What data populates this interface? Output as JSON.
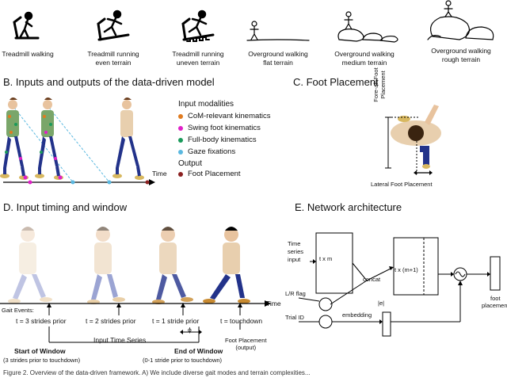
{
  "conditions": [
    {
      "label_line1": "Treadmill walking",
      "label_line2": ""
    },
    {
      "label_line1": "Treadmill running",
      "label_line2": "even terrain"
    },
    {
      "label_line1": "Treadmill running",
      "label_line2": "uneven terrain"
    },
    {
      "label_line1": "Overground walking",
      "label_line2": "flat terrain"
    },
    {
      "label_line1": "Overground walking",
      "label_line2": "medium terrain"
    },
    {
      "label_line1": "Overground walking",
      "label_line2": "rough terrain"
    }
  ],
  "section_b": {
    "title": "B. Inputs and outputs of the data-driven model",
    "time_label": "Time",
    "legend_input_heading": "Input modalities",
    "legend_items": [
      {
        "label": "CoM-relevant kinematics",
        "color": "#e07b20"
      },
      {
        "label": "Swing foot kinematics",
        "color": "#e020c8"
      },
      {
        "label": "Full-body kinematics",
        "color": "#1a9a5a"
      },
      {
        "label": "Gaze fixations",
        "color": "#5ab8e0"
      }
    ],
    "legend_output_heading": "Output",
    "legend_output_item": {
      "label": "Foot Placement",
      "color": "#8b2020"
    }
  },
  "section_c": {
    "title": "C. Foot Placement",
    "fore_aft_label": "Fore-aft Foot Placement",
    "lateral_label": "Lateral Foot Placement"
  },
  "section_d": {
    "title": "D. Input timing and window",
    "time_label": "Time",
    "gait_events_label": "Gait Events:",
    "events": [
      "t = 3 strides prior",
      "t = 2 strides prior",
      "t = 1 stride prior",
      "t = touchdown"
    ],
    "phi_label": "ϕ",
    "input_series_label": "Input Time Series",
    "start_window_label": "Start of Window",
    "start_window_sub": "(3 strides prior to touchdown)",
    "end_window_label": "End of Window",
    "end_window_sub": "(0-1 stride prior to touchdown)",
    "output_label_line1": "Foot Placement",
    "output_label_line2": "(output)"
  },
  "section_e": {
    "title": "E. Network architecture",
    "time_series_input": [
      "Time",
      "series",
      "input"
    ],
    "lr_flag": "L/R flag",
    "trial_id": "Trial ID",
    "box1_label": "t x m",
    "box2_label": "t x (m+1)",
    "concat_label": "concat",
    "embedding_label": "embedding",
    "e_label": "|e|",
    "foot_placement_line1": "foot",
    "foot_placement_line2": "placement"
  },
  "caption": "Figure 2.  Overview of the data-driven framework.  A) We include diverse gait modes and terrain complexities..."
}
